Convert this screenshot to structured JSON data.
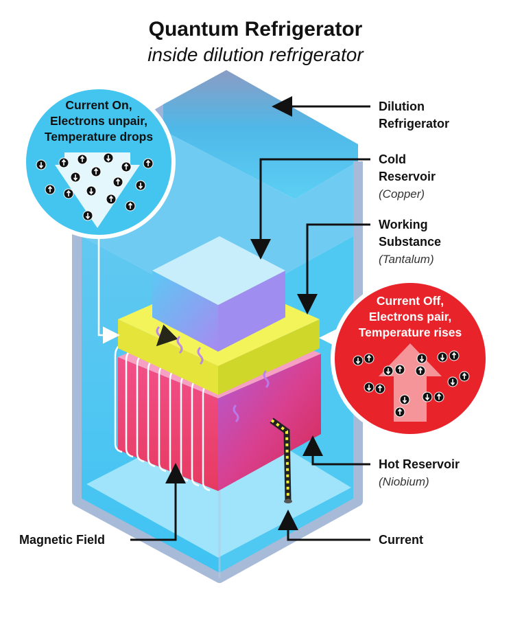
{
  "title": "Quantum Refrigerator",
  "subtitle": "inside dilution refrigerator",
  "labels": {
    "dilution": {
      "line1": "Dilution",
      "line2": "Refrigerator"
    },
    "cold": {
      "line1": "Cold",
      "line2": "Reservoir",
      "material": "(Copper)"
    },
    "working": {
      "line1": "Working",
      "line2": "Substance",
      "material": "(Tantalum)"
    },
    "hot": {
      "line1": "Hot Reservoir",
      "material": "(Niobium)"
    },
    "magnetic": "Magnetic Field",
    "current": "Current"
  },
  "bubble_on": {
    "line1": "Current On,",
    "line2": "Electrons unpair,",
    "line3": "Temperature drops",
    "color": "#43c5f0"
  },
  "bubble_off": {
    "line1": "Current Off,",
    "line2": "Electrons pair,",
    "line3": "Temperature rises",
    "color": "#e8232a"
  },
  "colors": {
    "cold_block": "#8fdcf5",
    "working_block": "#e8ec3c",
    "hot_block": "#e83a6a",
    "chamber": "#5fd0f2"
  }
}
